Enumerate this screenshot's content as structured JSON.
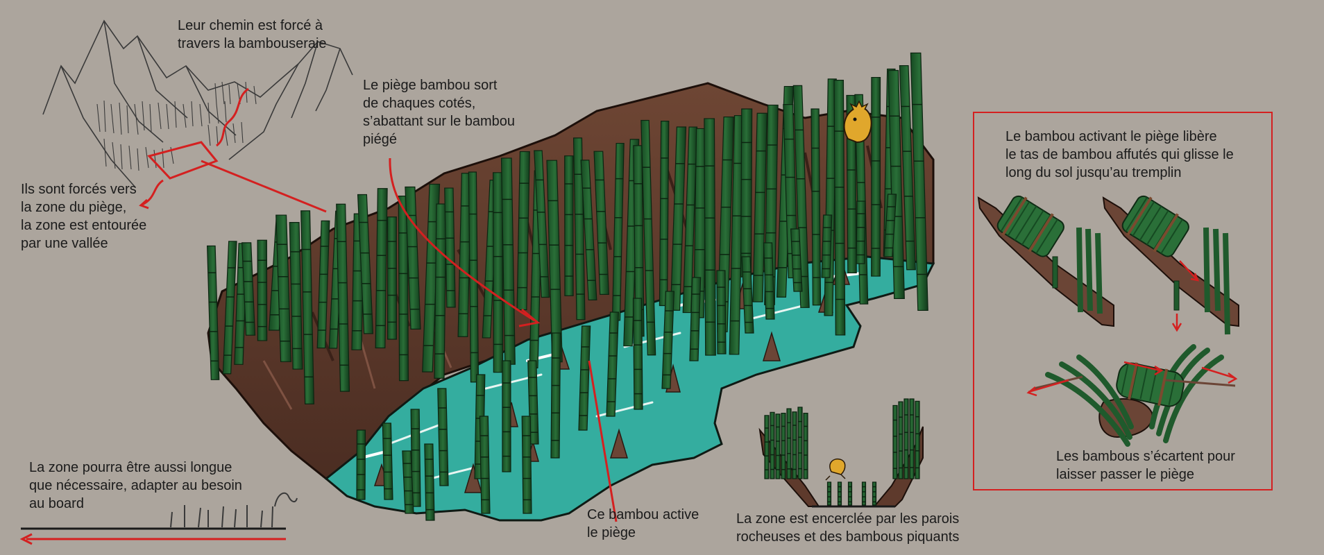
{
  "colors": {
    "background": "#aca59d",
    "annotation_red": "#d42020",
    "bamboo": "#1f5a2c",
    "bamboo_dark": "#133c1b",
    "rock": "#5e3a2c",
    "water": "#35b1a5",
    "creature": "#e0a72c"
  },
  "annotations": {
    "path_note": [
      "Leur chemin est forcé à",
      "travers la bambouseraie"
    ],
    "valley_note": [
      "Ils sont forcés vers",
      "la zone du piège,",
      "la zone est entourée",
      "par une vallée"
    ],
    "trap_sides_note": [
      "Le piège bambou sort",
      "de chaques cotés,",
      "s’abattant sur le bambou",
      "piégé"
    ],
    "length_note": [
      "La zone pourra être aussi longue",
      "que nécessaire, adapter au besoin",
      "au board"
    ],
    "activator_note": [
      "Ce bambou active",
      "le piège"
    ],
    "enclosure_note": [
      "La zone est encerclée par les parois",
      "rocheuses et des bambous piquants"
    ],
    "release_note": [
      "Le bambou activant le piège libère",
      "le tas de bambou affutés qui glisse le",
      "long du sol jusqu’au tremplin"
    ],
    "spread_note": [
      "Les bambous s’écartent pour",
      "laisser passer le piège"
    ]
  }
}
